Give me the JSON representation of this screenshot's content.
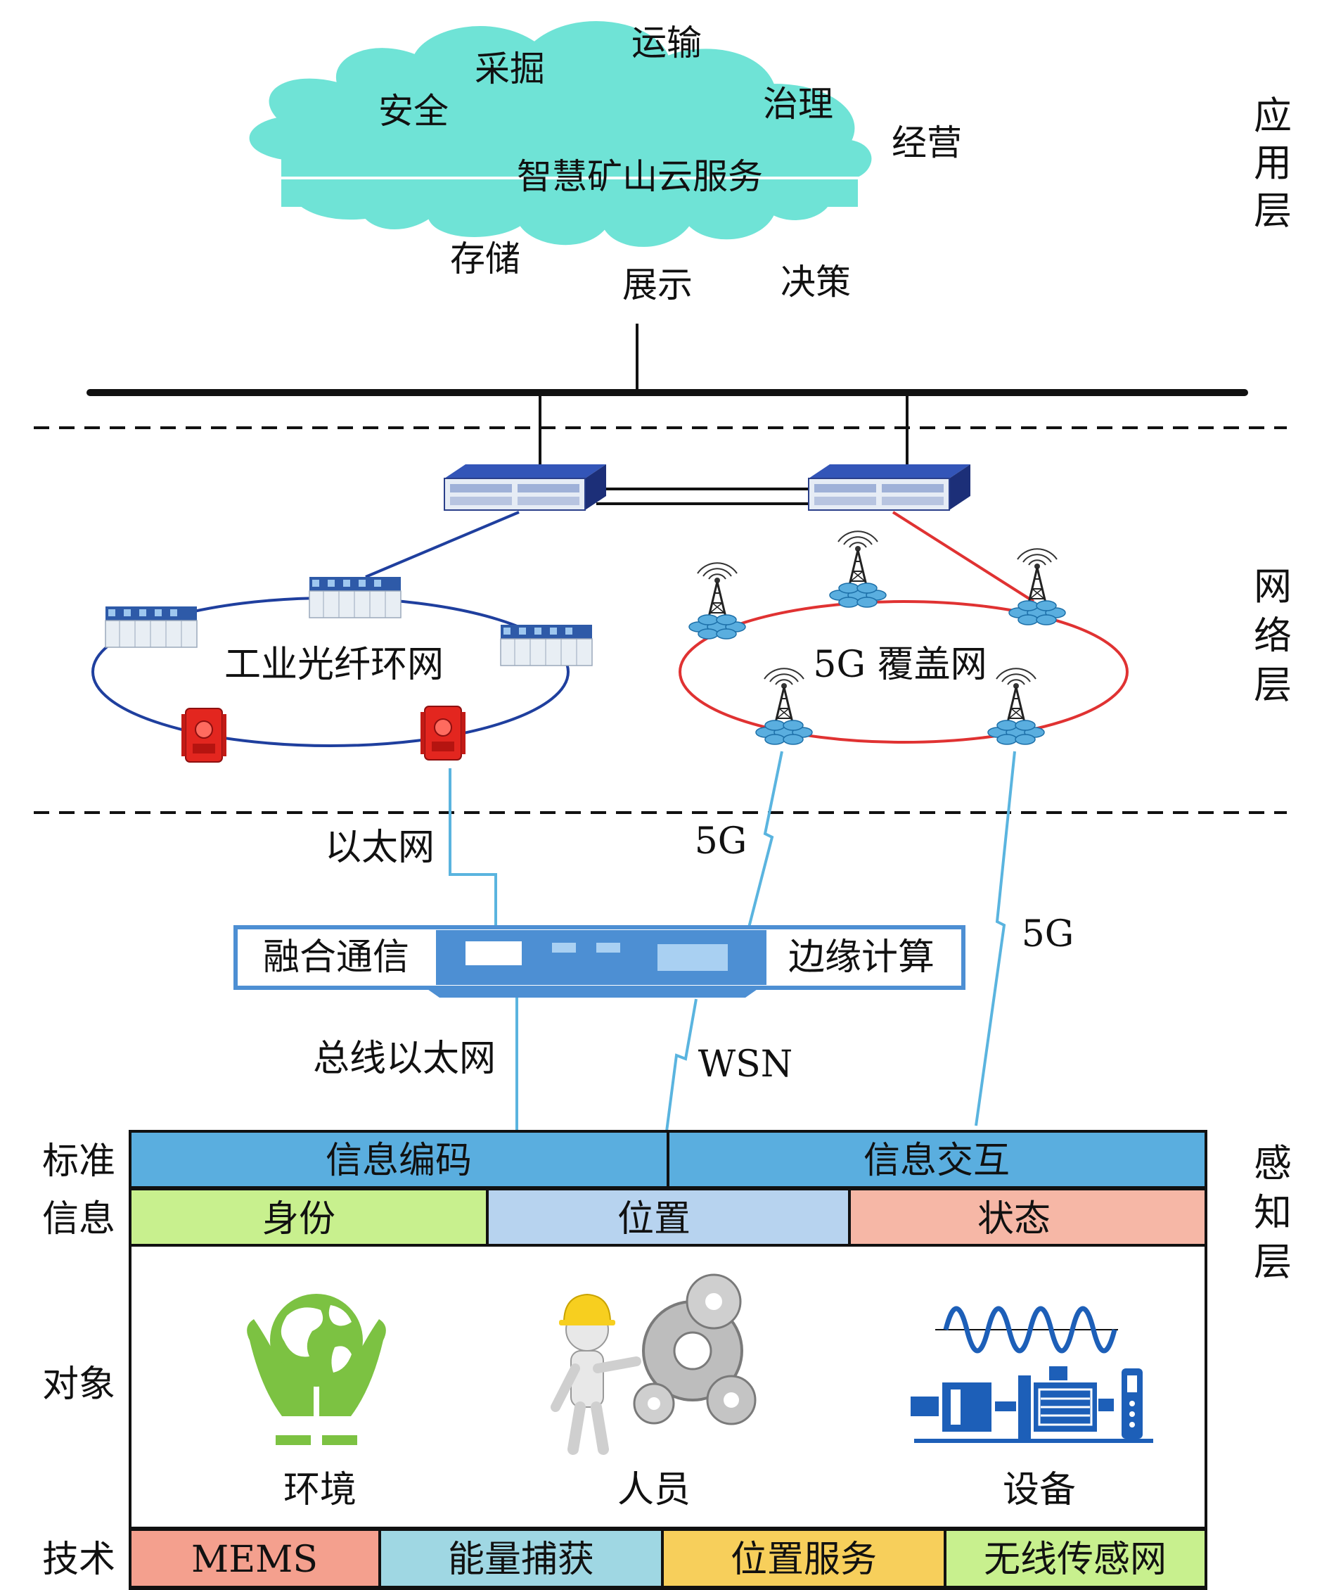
{
  "layers": {
    "application": [
      "应",
      "用",
      "层"
    ],
    "network": [
      "网",
      "络",
      "层"
    ],
    "perception": [
      "感",
      "知",
      "层"
    ]
  },
  "cloud": {
    "center": "智慧矿山云服务",
    "items_top": [
      "安全",
      "采掘",
      "运输",
      "治理",
      "经营"
    ],
    "items_bottom": [
      "存储",
      "展示",
      "决策"
    ]
  },
  "network": {
    "fiber_ring": "工业光纤环网",
    "coverage_5g": "5G 覆盖网"
  },
  "links": {
    "ethernet": "以太网",
    "five_g_left": "5G",
    "five_g_right": "5G",
    "fieldbus": "总线以太网",
    "wsn": "WSN"
  },
  "gateway": {
    "left_label": "融合通信",
    "right_label": "边缘计算"
  },
  "rows": {
    "standard": {
      "label": "标准",
      "cells": [
        "信息编码",
        "信息交互"
      ]
    },
    "info": {
      "label": "信息",
      "cells": [
        "身份",
        "位置",
        "状态"
      ]
    },
    "object": {
      "label": "对象",
      "items": [
        "环境",
        "人员",
        "设备"
      ]
    },
    "tech": {
      "label": "技术",
      "cells": [
        "MEMS",
        "能量捕获",
        "位置服务",
        "无线传感网"
      ]
    }
  },
  "colors": {
    "cloud": "#6fe3d6",
    "std_cell": "#5aaedf",
    "info_identity": "#c8f08e",
    "info_position": "#b7d3ef",
    "info_state": "#f6b7a6",
    "tech_mems": "#f4a08e",
    "tech_energy": "#9fd7e3",
    "tech_location": "#f7cf5b",
    "tech_wsn": "#c8f08e",
    "ring_blue": "#1f3f9e",
    "ring_red": "#e03232",
    "link_light": "#5ab4df"
  }
}
